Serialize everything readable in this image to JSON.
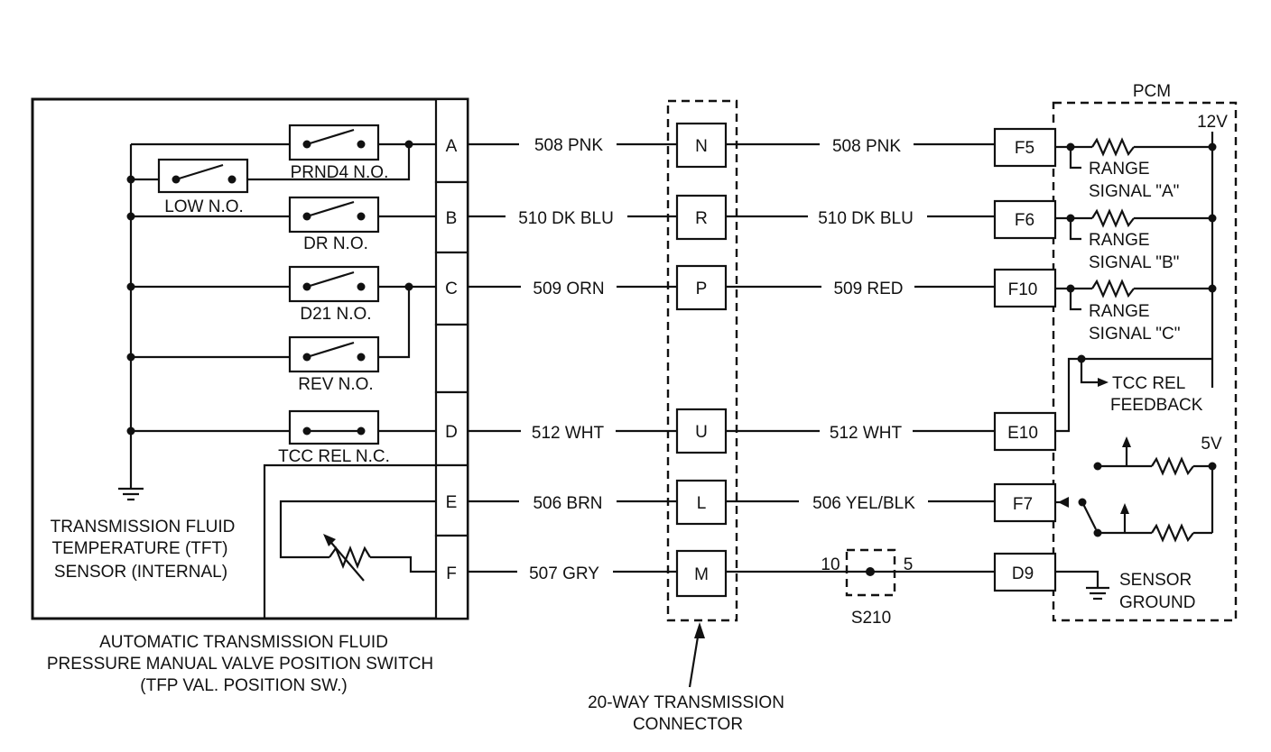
{
  "switch_assembly": {
    "title_lines": [
      "AUTOMATIC TRANSMISSION FLUID",
      "PRESSURE MANUAL VALVE POSITION SWITCH",
      "(TFP VAL. POSITION SW.)"
    ],
    "switches": {
      "prnd4": "PRND4 N.O.",
      "low": "LOW N.O.",
      "dr": "DR N.O.",
      "d21": "D21 N.O.",
      "rev": "REV N.O.",
      "tcc": "TCC REL N.C."
    },
    "tft_lines": [
      "TRANSMISSION FLUID",
      "TEMPERATURE (TFT)",
      "SENSOR (INTERNAL)"
    ],
    "pins": [
      "A",
      "B",
      "C",
      "D",
      "E",
      "F"
    ]
  },
  "wires_left": [
    "508 PNK",
    "510 DK BLU",
    "509 ORN",
    "512 WHT",
    "506 BRN",
    "507 GRY"
  ],
  "connector": {
    "pins": [
      "N",
      "R",
      "P",
      "U",
      "L",
      "M"
    ],
    "label_lines": [
      "20-WAY TRANSMISSION",
      "CONNECTOR"
    ]
  },
  "wires_right": [
    "508 PNK",
    "510 DK BLU",
    "509 RED",
    "512 WHT",
    "506 YEL/BLK"
  ],
  "splice": {
    "name": "S210",
    "left_pin": "10",
    "right_pin": "5"
  },
  "pcm": {
    "title": "PCM",
    "pins": [
      "F5",
      "F6",
      "F10",
      "E10",
      "F7",
      "D9"
    ],
    "voltage_12v": "12V",
    "voltage_5v": "5V",
    "range_a": [
      "RANGE",
      "SIGNAL \"A\""
    ],
    "range_b": [
      "RANGE",
      "SIGNAL \"B\""
    ],
    "range_c": [
      "RANGE",
      "SIGNAL \"C\""
    ],
    "tcc_feedback": [
      "TCC REL",
      "FEEDBACK"
    ],
    "sensor_ground": [
      "SENSOR",
      "GROUND"
    ]
  }
}
